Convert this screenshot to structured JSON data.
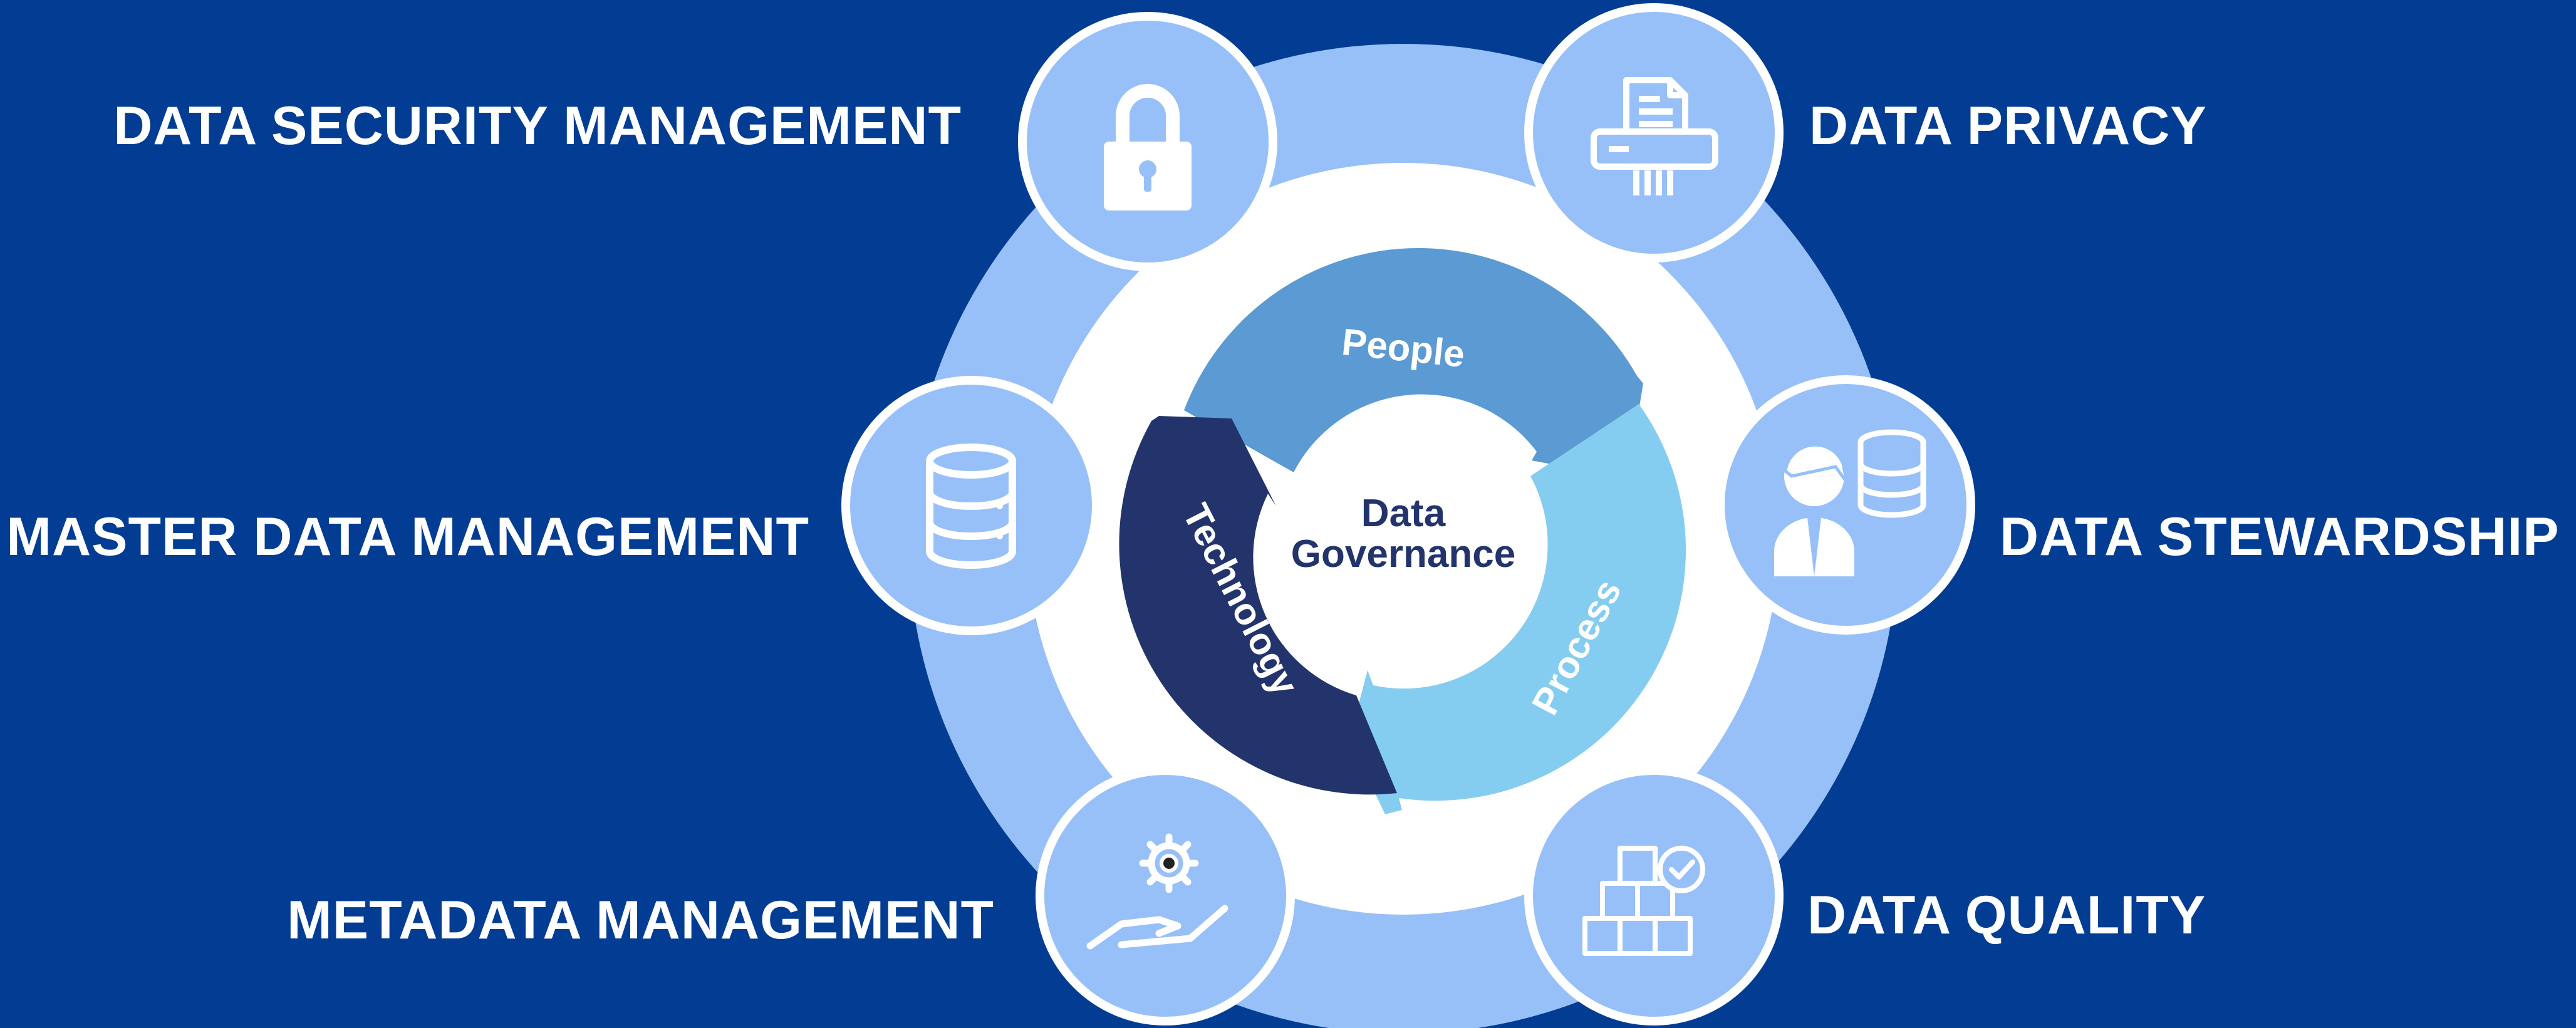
{
  "diagram": {
    "center_title_line1": "Data",
    "center_title_line2": "Governance",
    "cycle": [
      {
        "name": "People"
      },
      {
        "name": "Process"
      },
      {
        "name": "Technology"
      }
    ],
    "pillars": {
      "data_security_management": "DATA SECURITY MANAGEMENT",
      "master_data_management": "MASTER DATA MANAGEMENT",
      "metadata_management": "METADATA MANAGEMENT",
      "data_privacy": "DATA PRIVACY",
      "data_stewardship": "DATA STEWARDSHIP",
      "data_quality": "DATA QUALITY"
    },
    "icons": {
      "data_security_management": "padlock-icon",
      "master_data_management": "database-icon",
      "metadata_management": "hand-gear-icon",
      "data_privacy": "document-shredder-icon",
      "data_stewardship": "steward-database-icon",
      "data_quality": "boxes-check-icon"
    },
    "colors": {
      "background": "#023d93",
      "outer_ring": "#97c0f8",
      "inner_disc": "#ffffff",
      "icon_circle": "#97c0f8",
      "people": "#5b9ad3",
      "process": "#85cdf0",
      "technology": "#22346b",
      "center_text": "#22346b"
    }
  }
}
